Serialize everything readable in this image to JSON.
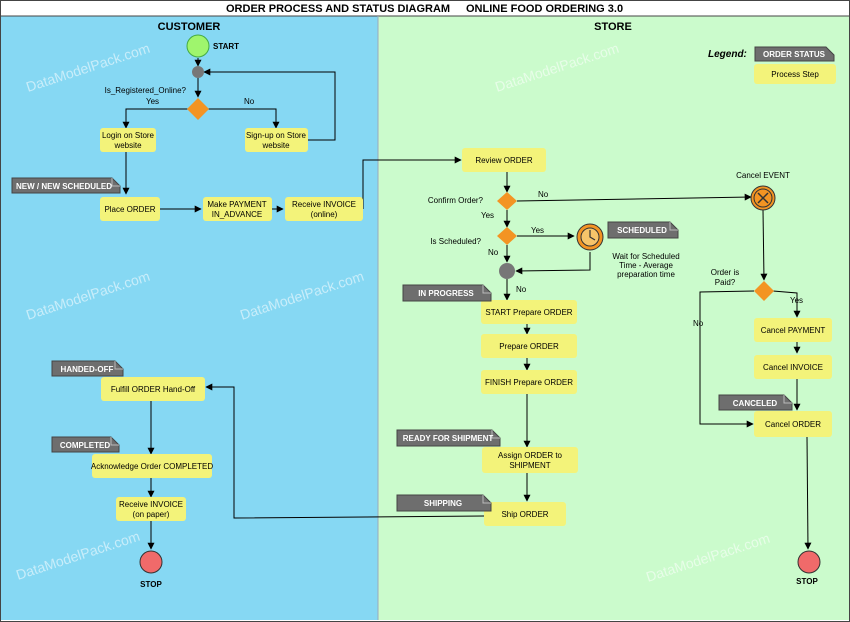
{
  "header": {
    "title": "ORDER PROCESS AND STATUS DIAGRAM",
    "subtitle": "ONLINE FOOD ORDERING 3.0"
  },
  "lanes": {
    "customer": "CUSTOMER",
    "store": "STORE"
  },
  "legend": {
    "label": "Legend:",
    "status": "ORDER STATUS",
    "step": "Process Step"
  },
  "watermark": "DataModelPack.com",
  "start": "START",
  "stop_customer": "STOP",
  "stop_store": "STOP",
  "steps": {
    "login": [
      "Login on Store",
      "website"
    ],
    "signup": [
      "Sign-up on Store",
      "website"
    ],
    "place_order": "Place ORDER",
    "make_payment": [
      "Make PAYMENT",
      "IN_ADVANCE"
    ],
    "receive_invoice_online": [
      "Receive INVOICE",
      "(online)"
    ],
    "review_order": "Review ORDER",
    "start_prepare": "START Prepare ORDER",
    "prepare": "Prepare ORDER",
    "finish_prepare": "FINISH Prepare ORDER",
    "assign_order": [
      "Assign ORDER to",
      "SHIPMENT"
    ],
    "ship_order": "Ship ORDER",
    "fulfill_handoff": "Fulfill ORDER Hand-Off",
    "acknowledge": "Acknowledge Order COMPLETED",
    "receive_invoice_paper": [
      "Receive INVOICE",
      "(on paper)"
    ],
    "cancel_payment": "Cancel PAYMENT",
    "cancel_invoice": "Cancel INVOICE",
    "cancel_order": "Cancel ORDER"
  },
  "statuses": {
    "new": "NEW / NEW SCHEDULED",
    "scheduled": "SCHEDULED",
    "in_progress": "IN PROGRESS",
    "ready": "READY FOR SHIPMENT",
    "shipping": "SHIPPING",
    "handed_off": "HANDED-OFF",
    "completed": "COMPLETED",
    "canceled": "CANCELED"
  },
  "decisions": {
    "is_registered": "Is_Registered_Online?",
    "confirm_order": "Confirm Order?",
    "is_scheduled": "Is Scheduled?",
    "order_paid": [
      "Order is",
      "Paid?"
    ]
  },
  "labels": {
    "yes": "Yes",
    "no": "No",
    "cancel_event": "Cancel EVENT",
    "wait": [
      "Wait for Scheduled",
      "Time - Average",
      "preparation time"
    ]
  },
  "colors": {
    "customer_lane": "#86d8f3",
    "store_lane": "#cbfbcc",
    "step_fill": "#f3f37a",
    "status_fill": "#6e6e6e",
    "decision_fill": "#f39423",
    "start_fill": "#9ff56d",
    "stop_fill": "#f06a6a",
    "merge_fill": "#777777"
  }
}
